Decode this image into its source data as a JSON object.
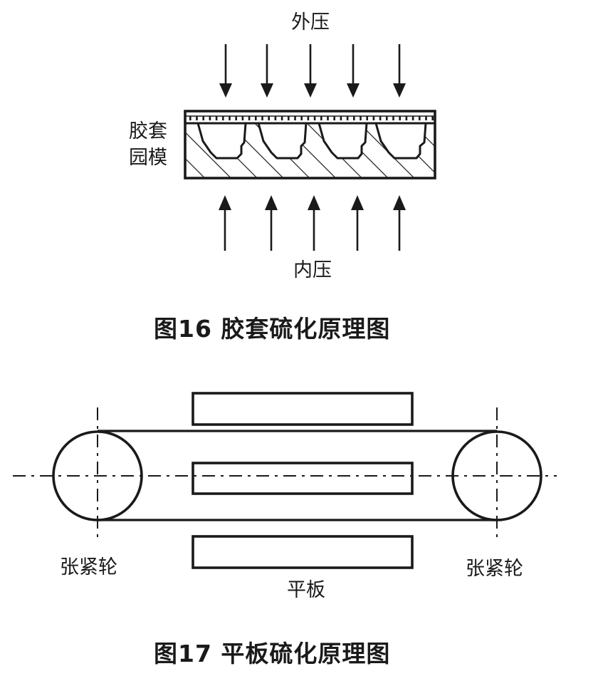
{
  "figure16": {
    "label_top": "外压",
    "label_bottom": "内压",
    "label_side_line1": "胶套",
    "label_side_line2": "园模",
    "caption": "图16  胶套硫化原理图",
    "down_arrow_count": 5,
    "up_arrow_count": 5,
    "cavity_count": 4
  },
  "figure17": {
    "label_left_wheel": "张紧轮",
    "label_right_wheel": "张紧轮",
    "label_plate": "平板",
    "caption": "图17  平板硫化原理图",
    "plate_count": 3
  },
  "colors": {
    "ink": "#1a1a1a",
    "background": "#ffffff"
  }
}
